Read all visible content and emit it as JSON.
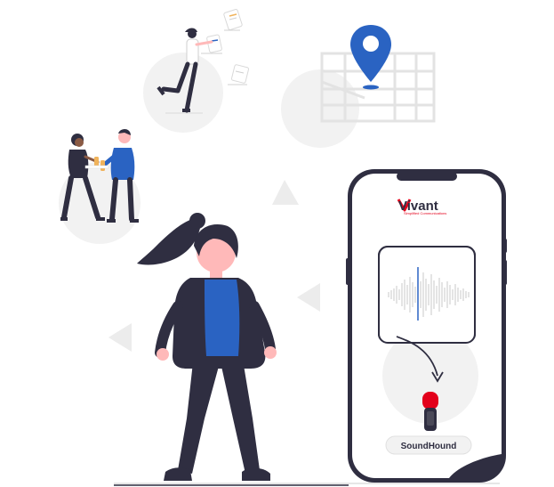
{
  "phone": {
    "brand_name": "Vivant",
    "brand_tagline": "Simplified Communications",
    "button_label": "SoundHound"
  },
  "colors": {
    "navy": "#2f2e41",
    "blue": "#2a63c2",
    "red": "#e3001b",
    "skin": "#ffb9b9",
    "soft_gray": "#f2f2f2",
    "line_gray": "#e6e6e6"
  },
  "icons": [
    "location-pin-icon",
    "microphone-icon",
    "arrow-icon",
    "sound-wave-icon",
    "document-icon"
  ]
}
